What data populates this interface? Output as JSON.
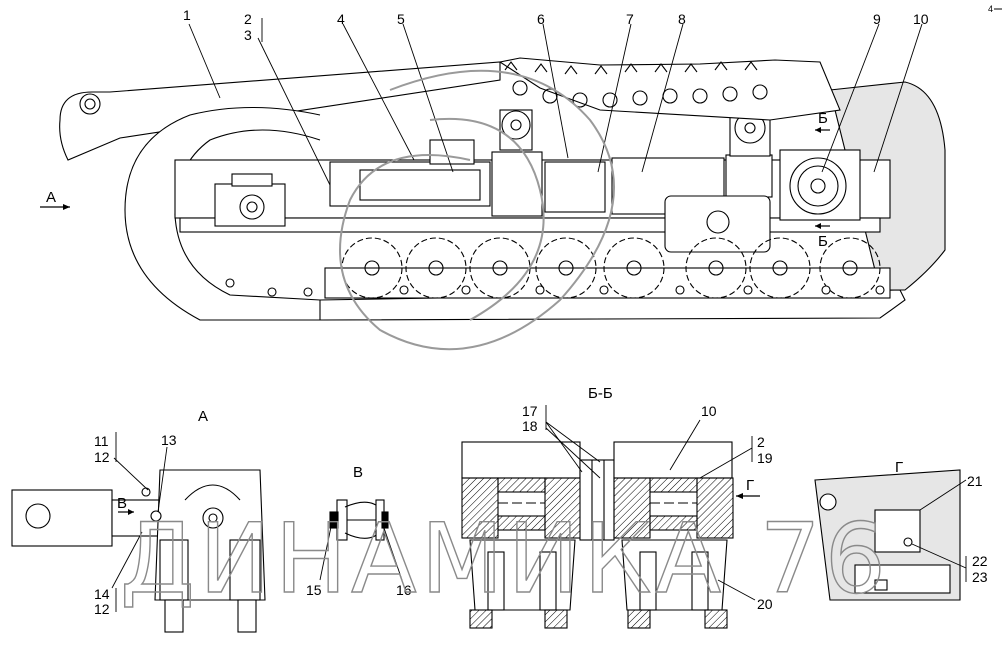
{
  "colors": {
    "line": "#000000",
    "hatch": "#000000",
    "shade": "#d9d9d9",
    "watermark": "#8a8a8a",
    "background": "#ffffff"
  },
  "corner_mark": "4",
  "watermark": "ДИНАМИКА 76",
  "views": {
    "main_arrow_A": "А",
    "section_marks": [
      "Б",
      "Б"
    ],
    "detail_A": "А",
    "detail_B": "В",
    "detail_B_ref": "В",
    "section_BB": "Б-Б",
    "view_G_ref": "Г",
    "view_G": "Г"
  },
  "main_callouts": [
    {
      "id": "c1",
      "text": "1"
    },
    {
      "id": "c2",
      "text": "2"
    },
    {
      "id": "c3",
      "text": "3"
    },
    {
      "id": "c4",
      "text": "4"
    },
    {
      "id": "c5",
      "text": "5"
    },
    {
      "id": "c6",
      "text": "6"
    },
    {
      "id": "c7",
      "text": "7"
    },
    {
      "id": "c8",
      "text": "8"
    },
    {
      "id": "c9",
      "text": "9"
    },
    {
      "id": "c10",
      "text": "10"
    }
  ],
  "lower_callouts": {
    "c11": "11",
    "c12a": "12",
    "c13": "13",
    "c14": "14",
    "c12b": "12",
    "c15": "15",
    "c16": "16",
    "c17": "17",
    "c18": "18",
    "c10b": "10",
    "c2b": "2",
    "c19": "19",
    "c20": "20",
    "c21": "21",
    "c22": "22",
    "c23": "23"
  }
}
